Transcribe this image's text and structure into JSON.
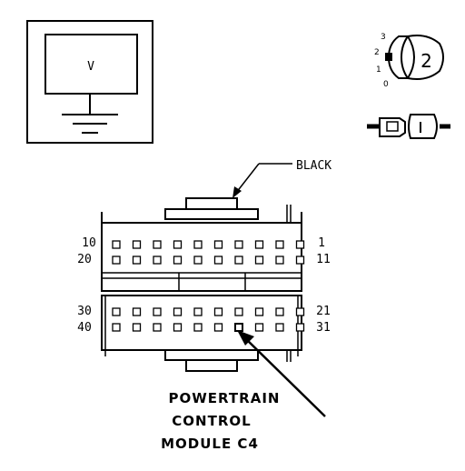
{
  "meter": {
    "symbol": "V"
  },
  "switch": {
    "positions": [
      "3",
      "2",
      "1",
      "0"
    ],
    "value": "2"
  },
  "wire_color": "BLACK",
  "pin_numbers": {
    "row1_left": "10",
    "row1_right": "1",
    "row2_left": "20",
    "row2_right": "11",
    "row3_left": "30",
    "row3_right": "21",
    "row4_left": "40",
    "row4_right": "31"
  },
  "title_lines": [
    "POWERTRAIN",
    "CONTROL",
    "MODULE C4"
  ],
  "highlighted_cavity": {
    "row": 4,
    "pin": 34
  }
}
